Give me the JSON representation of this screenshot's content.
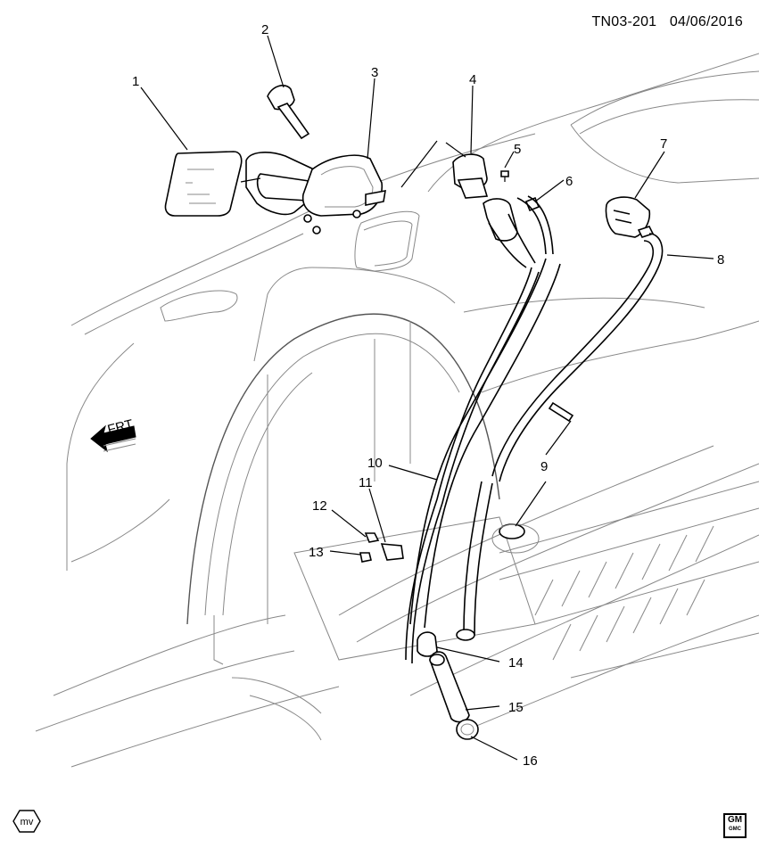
{
  "header": {
    "diagram_id": "TN03-201",
    "date": "04/06/2016"
  },
  "callouts": [
    "1",
    "2",
    "3",
    "4",
    "5",
    "6",
    "7",
    "8",
    "9",
    "10",
    "11",
    "12",
    "13",
    "14",
    "15",
    "16"
  ],
  "arrow": {
    "label": "FRT"
  },
  "footer": {
    "left_logo": "mv",
    "right_logo_top": "GM",
    "right_logo_bottom": "GMC"
  },
  "icons": [
    "front-direction-arrow-icon",
    "mv-logo-icon",
    "gm-logo-icon"
  ]
}
